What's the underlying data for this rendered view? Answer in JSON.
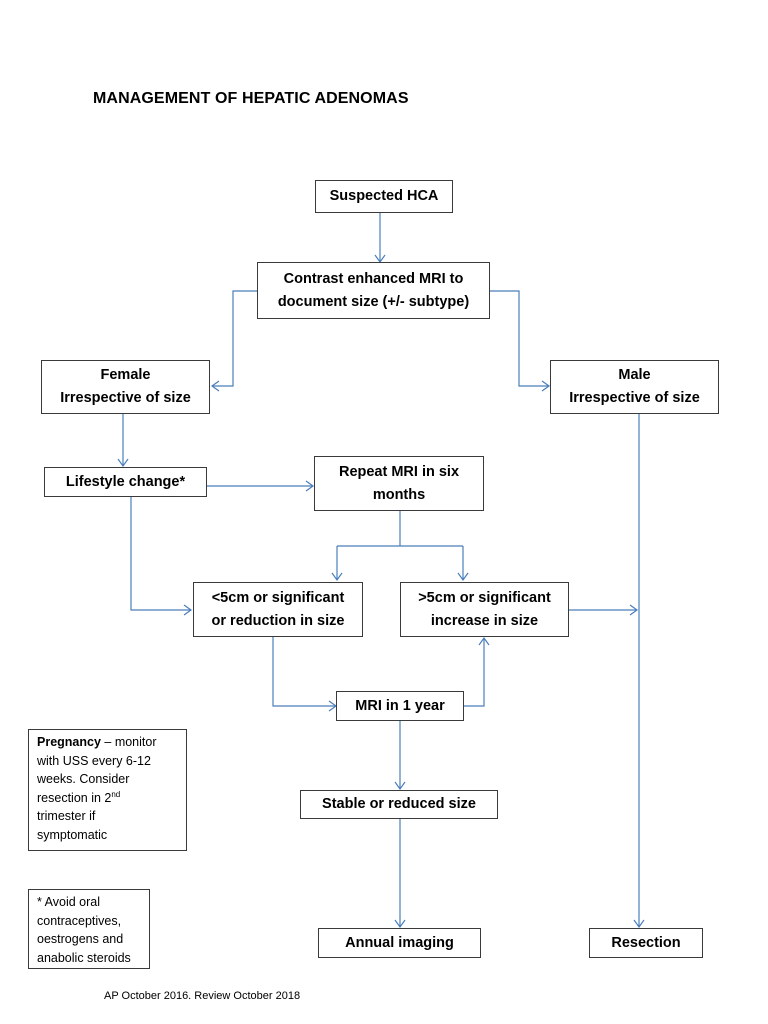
{
  "title": "MANAGEMENT OF HEPATIC ADENOMAS",
  "nodes": {
    "suspected": "Suspected HCA",
    "mri_line1": "Contrast enhanced MRI to",
    "mri_line2": "document size (+/- subtype)",
    "female_line1": "Female",
    "female_line2": "Irrespective of size",
    "male_line1": "Male",
    "male_line2": "Irrespective of size",
    "lifestyle": "Lifestyle change*",
    "repeat_line1": "Repeat MRI in six",
    "repeat_line2": "months",
    "small_line1": "<5cm or significant",
    "small_line2": "or reduction in size",
    "large_line1": ">5cm or significant",
    "large_line2": "increase in size",
    "mri_year": "MRI in 1 year",
    "stable": "Stable or reduced size",
    "annual": "Annual imaging",
    "resection": "Resection"
  },
  "notes": {
    "pregnancy_bold": "Pregnancy",
    "pregnancy_dash": " – monitor",
    "pregnancy_line2": "with USS every 6-12",
    "pregnancy_line3": "weeks. Consider",
    "pregnancy_line4": "resection in 2",
    "pregnancy_sup": "nd",
    "pregnancy_line5": "trimester if",
    "pregnancy_line6": "symptomatic",
    "footnote_line1": "* Avoid oral",
    "footnote_line2": "contraceptives,",
    "footnote_line3": "oestrogens and",
    "footnote_line4": "anabolic steroids"
  },
  "footer": "AP October 2016. Review October 2018",
  "colors": {
    "connector": "#4a7ebb",
    "border": "#3a3a3a"
  }
}
